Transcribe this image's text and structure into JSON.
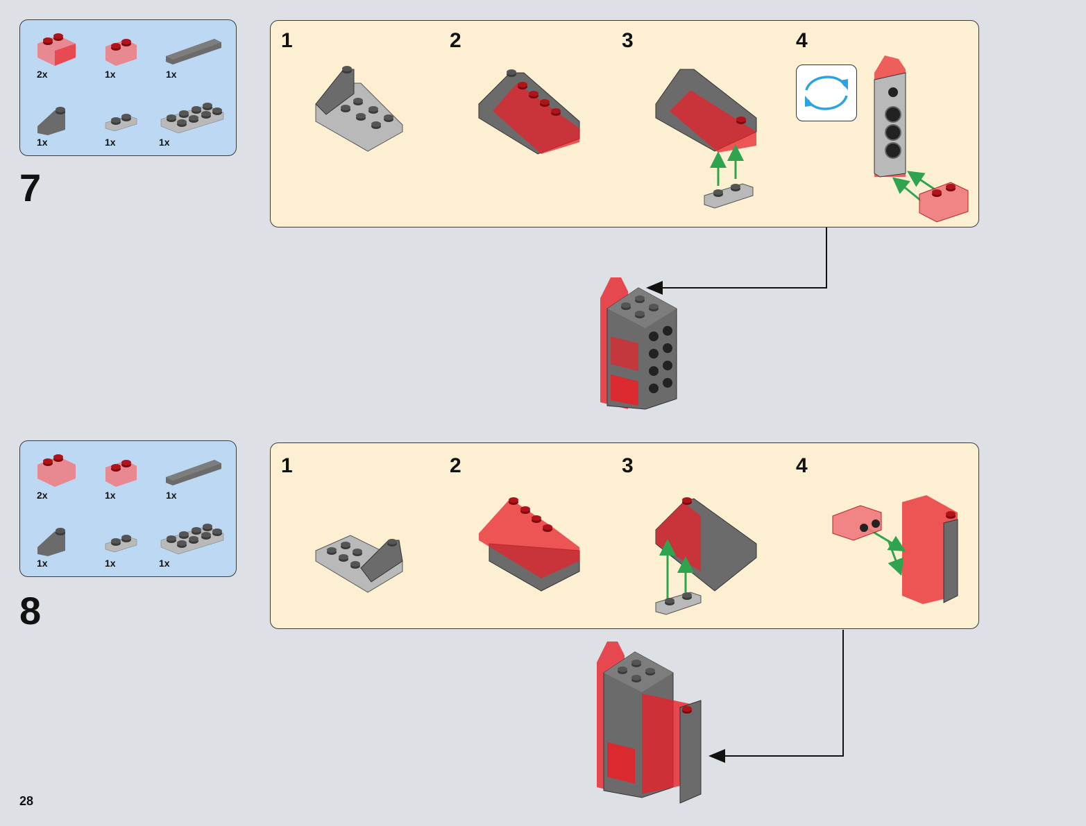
{
  "page": {
    "number": "28"
  },
  "steps": [
    {
      "number": "7",
      "parts": [
        {
          "name": "trans-red-slope-2x2",
          "qty": "2x"
        },
        {
          "name": "trans-red-brick-1x2",
          "qty": "1x"
        },
        {
          "name": "dark-gray-tile-1x4",
          "qty": "1x"
        },
        {
          "name": "dark-gray-slope-1x2",
          "qty": "1x"
        },
        {
          "name": "light-gray-plate-1x2",
          "qty": "1x"
        },
        {
          "name": "light-gray-plate-2x4",
          "qty": "1x"
        }
      ],
      "substeps": [
        "1",
        "2",
        "3",
        "4"
      ],
      "rotate_icon": "rotate-model-icon"
    },
    {
      "number": "8",
      "parts": [
        {
          "name": "trans-red-slope-2x2",
          "qty": "2x"
        },
        {
          "name": "trans-red-brick-1x2",
          "qty": "1x"
        },
        {
          "name": "dark-gray-tile-1x4",
          "qty": "1x"
        },
        {
          "name": "dark-gray-slope-1x2",
          "qty": "1x"
        },
        {
          "name": "light-gray-plate-1x2",
          "qty": "1x"
        },
        {
          "name": "light-gray-plate-2x4",
          "qty": "1x"
        }
      ],
      "substeps": [
        "1",
        "2",
        "3",
        "4"
      ]
    }
  ],
  "colors": {
    "trans_red": "#e8222a",
    "dark_gray": "#6b6b6b",
    "light_gray": "#b9b9b9",
    "arrow_green": "#2ea44f",
    "rotate_blue": "#2aa3e0"
  }
}
